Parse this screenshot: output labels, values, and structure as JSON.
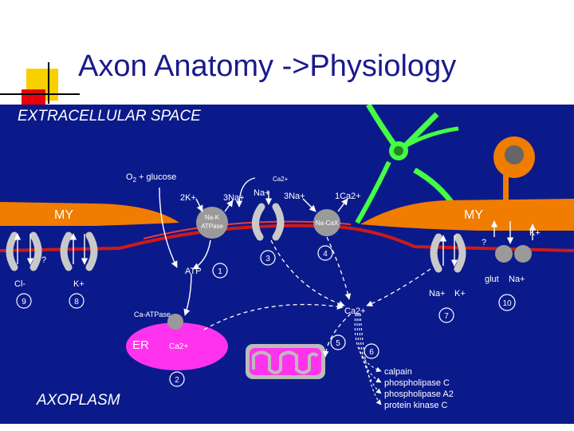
{
  "title": "Axon Anatomy ->Physiology",
  "diagram": {
    "regions": {
      "extracellular": "EXTRACELLULAR SPACE",
      "axoplasm": "AXOPLASM"
    },
    "myelin_left": "MY",
    "myelin_right": "MY",
    "inputs": {
      "oxygen": "O",
      "oxygen_sub": "2",
      "glucose": "+ glucose"
    },
    "ions": {
      "ca_top": "Ca2+",
      "k2": "2K+",
      "na3_pump": "3Na+",
      "na_channel": "Na+",
      "na3_exchanger": "3Na+",
      "ca1": "1Ca2+",
      "cl": "Cl-",
      "k_left": "K+",
      "question_left": "?",
      "question_right": "?",
      "k_right": "K+",
      "na_r": "Na+",
      "k_r": "K+",
      "glut": "glut",
      "na_r2": "Na+",
      "ca_center": "Ca2+",
      "atp": "ATP",
      "ca_er": "Ca2+"
    },
    "proteins": {
      "pump": [
        "Na-K",
        "ATPase"
      ],
      "exchanger": "Na-CaX",
      "ca_atpase": "Ca-ATPase",
      "er": "ER"
    },
    "numbers": [
      "1",
      "2",
      "3",
      "4",
      "5",
      "6",
      "7",
      "8",
      "9",
      "10"
    ],
    "downstream": [
      "calpain",
      "phospholipase C",
      "phospholipase A2",
      "protein kinase C"
    ],
    "colors": {
      "panel": "#0b1a8a",
      "myelin": "#f07c00",
      "axon_membrane": "#cc1a1a",
      "er": "#ff33ee",
      "astrocyte": "#44ff44",
      "channel": "#c9c9c9",
      "text": "#ffffff",
      "title": "#1a1a8c"
    }
  }
}
